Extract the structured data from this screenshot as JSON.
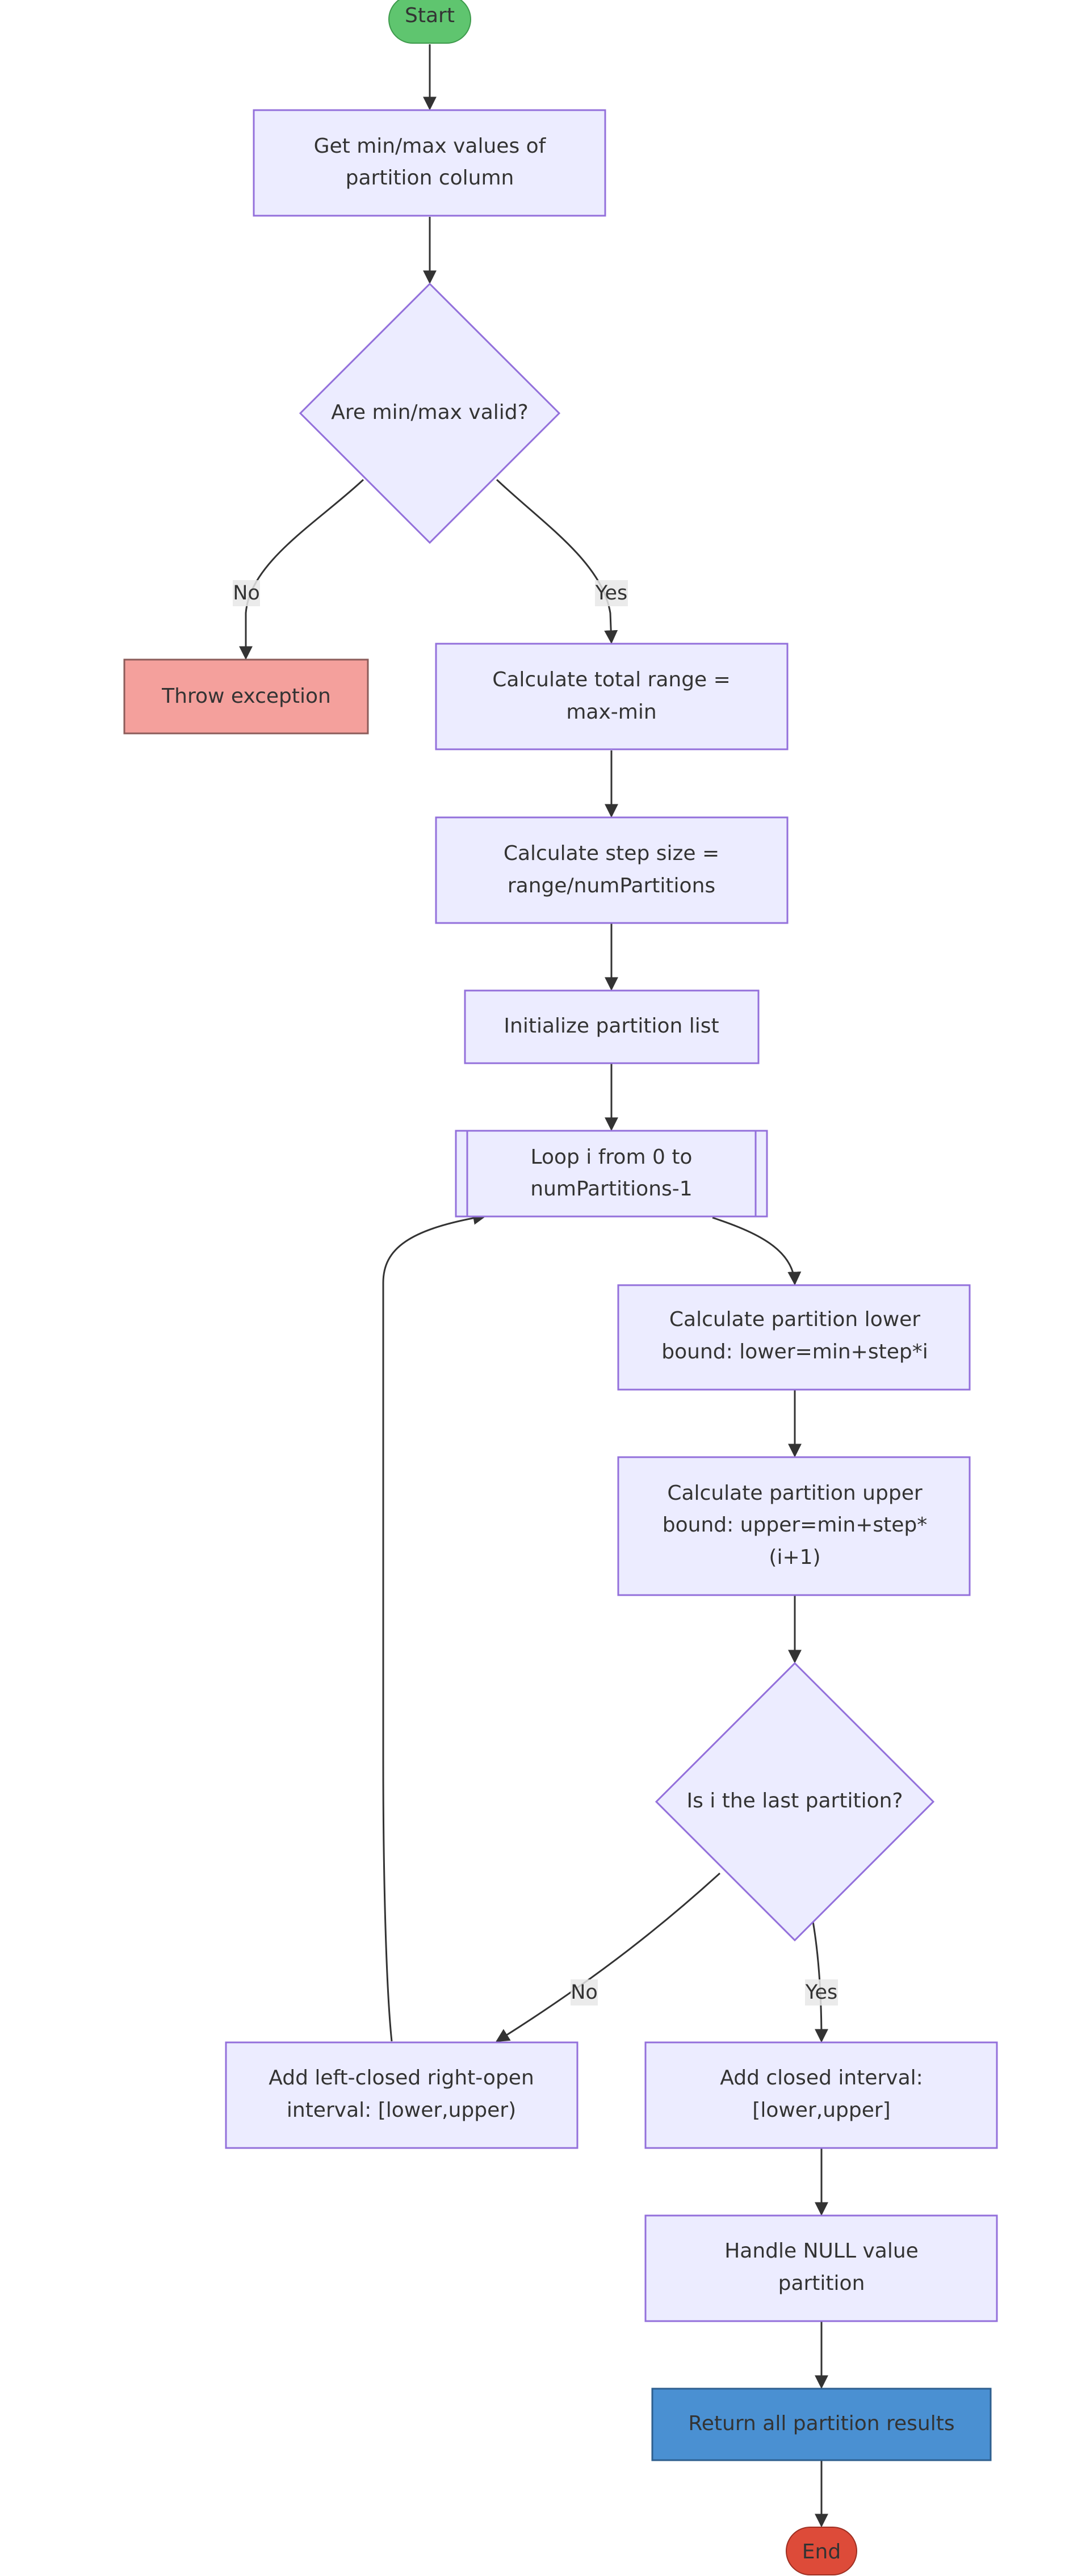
{
  "colors": {
    "node_fill": "#ECECFF",
    "node_stroke": "#9370DB",
    "start_fill": "#5FC56F",
    "error_fill": "#F4A09C",
    "return_fill": "#4A90D2",
    "end_fill": "#DD4B39",
    "edge": "#333333"
  },
  "nodes": {
    "start": "Start",
    "get_minmax": [
      "Get min/max values of",
      "partition column"
    ],
    "valid_q": "Are min/max valid?",
    "throw": "Throw exception",
    "total_range": [
      "Calculate total range =",
      "max-min"
    ],
    "step_size": [
      "Calculate step size =",
      "range/numPartitions"
    ],
    "init_list": "Initialize partition list",
    "loop": [
      "Loop i from 0 to",
      "numPartitions-1"
    ],
    "lower": [
      "Calculate partition lower",
      "bound: lower=min+step*i"
    ],
    "upper": [
      "Calculate partition upper",
      "bound: upper=min+step*",
      "(i+1)"
    ],
    "last_q": "Is i the last partition?",
    "left_closed": [
      "Add left-closed right-open",
      "interval: [lower,upper)"
    ],
    "closed": [
      "Add closed interval:",
      "[lower,upper]"
    ],
    "null_part": [
      "Handle NULL value",
      "partition"
    ],
    "return_all": "Return all partition results",
    "end": "End"
  },
  "edge_labels": {
    "valid_no": "No",
    "valid_yes": "Yes",
    "last_no": "No",
    "last_yes": "Yes"
  }
}
